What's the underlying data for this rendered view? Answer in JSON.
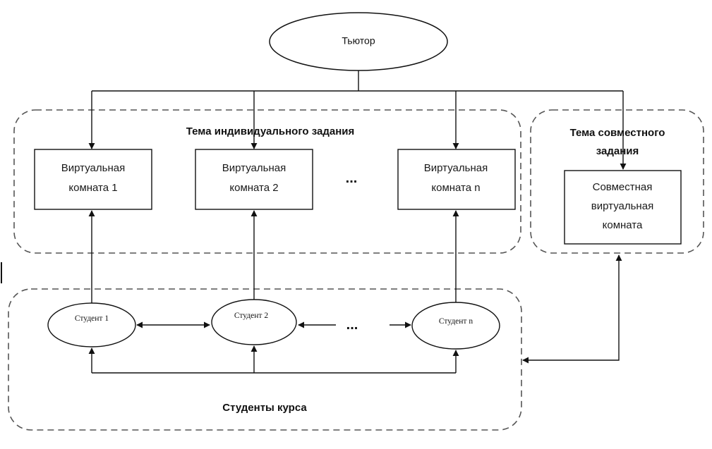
{
  "tutor": {
    "label": "Тьютор"
  },
  "individual_group": {
    "title": "Тема индивидуального  задания"
  },
  "joint_group": {
    "title_line1": "Тема совместного",
    "title_line2": "задания"
  },
  "rooms": [
    {
      "line1": "Виртуальная",
      "line2": "комната 1"
    },
    {
      "line1": "Виртуальная",
      "line2": "комната 2"
    },
    {
      "line1": "Виртуальная",
      "line2": "комната n"
    }
  ],
  "joint_room": {
    "line1": "Совместная",
    "line2": "виртуальная",
    "line3": "комната"
  },
  "students": [
    {
      "label": "Студент 1"
    },
    {
      "label": "Студент 2"
    },
    {
      "label": "Студент n"
    }
  ],
  "students_group": {
    "title": "Студенты курса"
  },
  "ellipsis_rooms": "...",
  "ellipsis_students": "..."
}
